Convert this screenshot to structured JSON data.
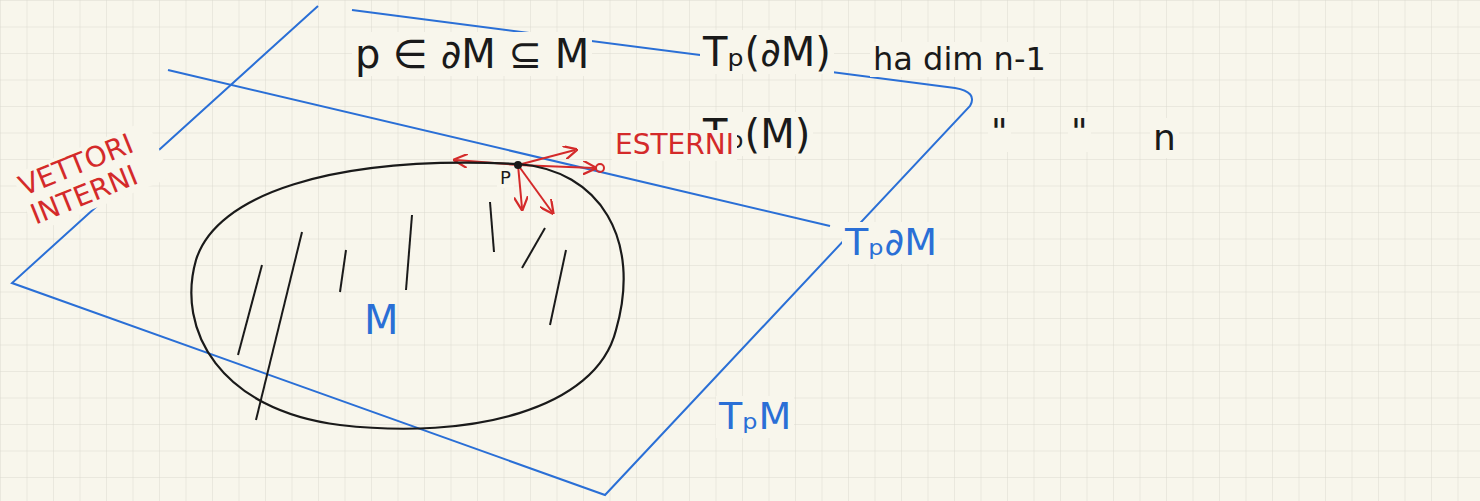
{
  "diagram": {
    "nodes": [
      {
        "text": [
          "M"
        ]
      }
    ],
    "labels": [
      "p ∈ ∂M ⊆ M",
      "Tₚ(∂M)",
      "ha dim n-1",
      "Tₚ(M)",
      "\"",
      "\"",
      "n",
      "ESTERNI",
      "VETTORI INTERNI",
      "P",
      "Tₚ∂M",
      "TₚM"
    ]
  }
}
